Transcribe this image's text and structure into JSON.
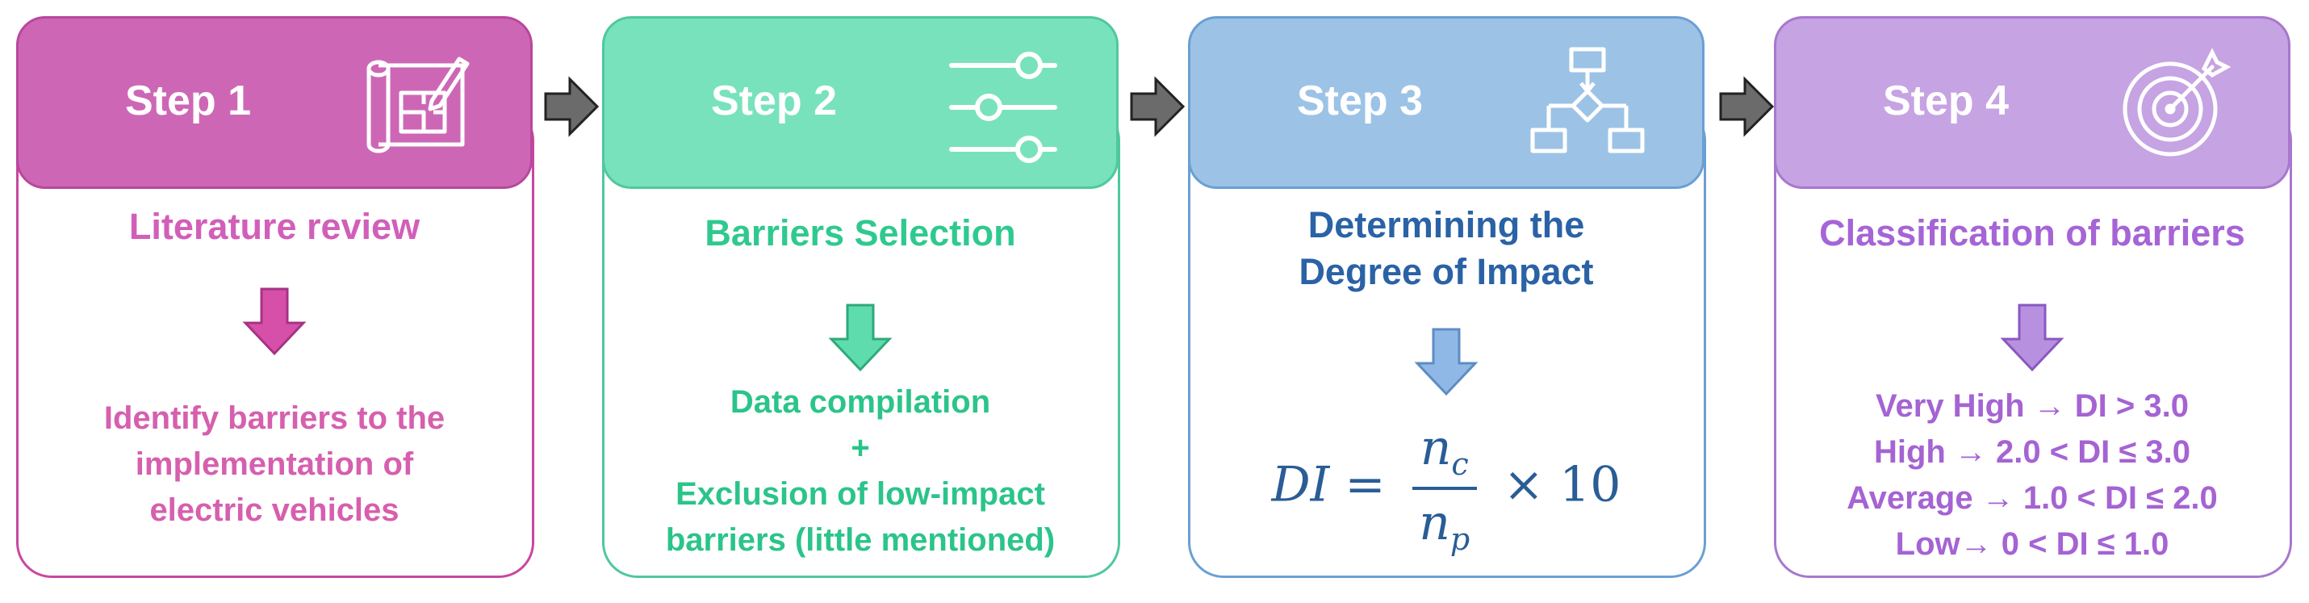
{
  "steps": [
    {
      "label": "Step 1",
      "icon": "blueprint-icon",
      "title": "Literature review",
      "lines": [
        "Identify barriers to the",
        "implementation of",
        "electric vehicles"
      ],
      "colors": {
        "header": "#cd67b5",
        "border": "#c9479f",
        "title": "#d15fb9",
        "arrow": "#d64fa9",
        "text": "#d65fae"
      }
    },
    {
      "label": "Step 2",
      "icon": "sliders-icon",
      "title": "Barriers Selection",
      "lines": [
        "Data compilation",
        "+",
        "Exclusion of low-impact",
        "barriers (little mentioned)"
      ],
      "colors": {
        "header": "#78e2bd",
        "border": "#4fc89e",
        "title": "#2fc98f",
        "arrow": "#5fdcae",
        "text": "#2bc48a"
      }
    },
    {
      "label": "Step 3",
      "icon": "flowchart-icon",
      "title_lines": [
        "Determining the",
        "Degree of Impact"
      ],
      "formula": {
        "lhs": "DI",
        "num_base": "n",
        "num_sub": "c",
        "den_base": "n",
        "den_sub": "p",
        "times": "× 10"
      },
      "colors": {
        "header": "#9cc3e6",
        "border": "#6b9fd3",
        "title": "#2a62a6",
        "arrow": "#8fb8e6",
        "text": "#2a5d96"
      }
    },
    {
      "label": "Step 4",
      "icon": "target-icon",
      "title": "Classification of barriers",
      "lines": [
        "Very High → DI > 3.0",
        "High → 2.0 < DI ≤ 3.0",
        "Average → 1.0 < DI ≤ 2.0",
        "Low→ 0 < DI ≤ 1.0"
      ],
      "colors": {
        "header": "#c6a3e2",
        "border": "#a877cf",
        "title": "#a664d6",
        "arrow": "#b890e0",
        "text": "#a563d3"
      }
    }
  ]
}
